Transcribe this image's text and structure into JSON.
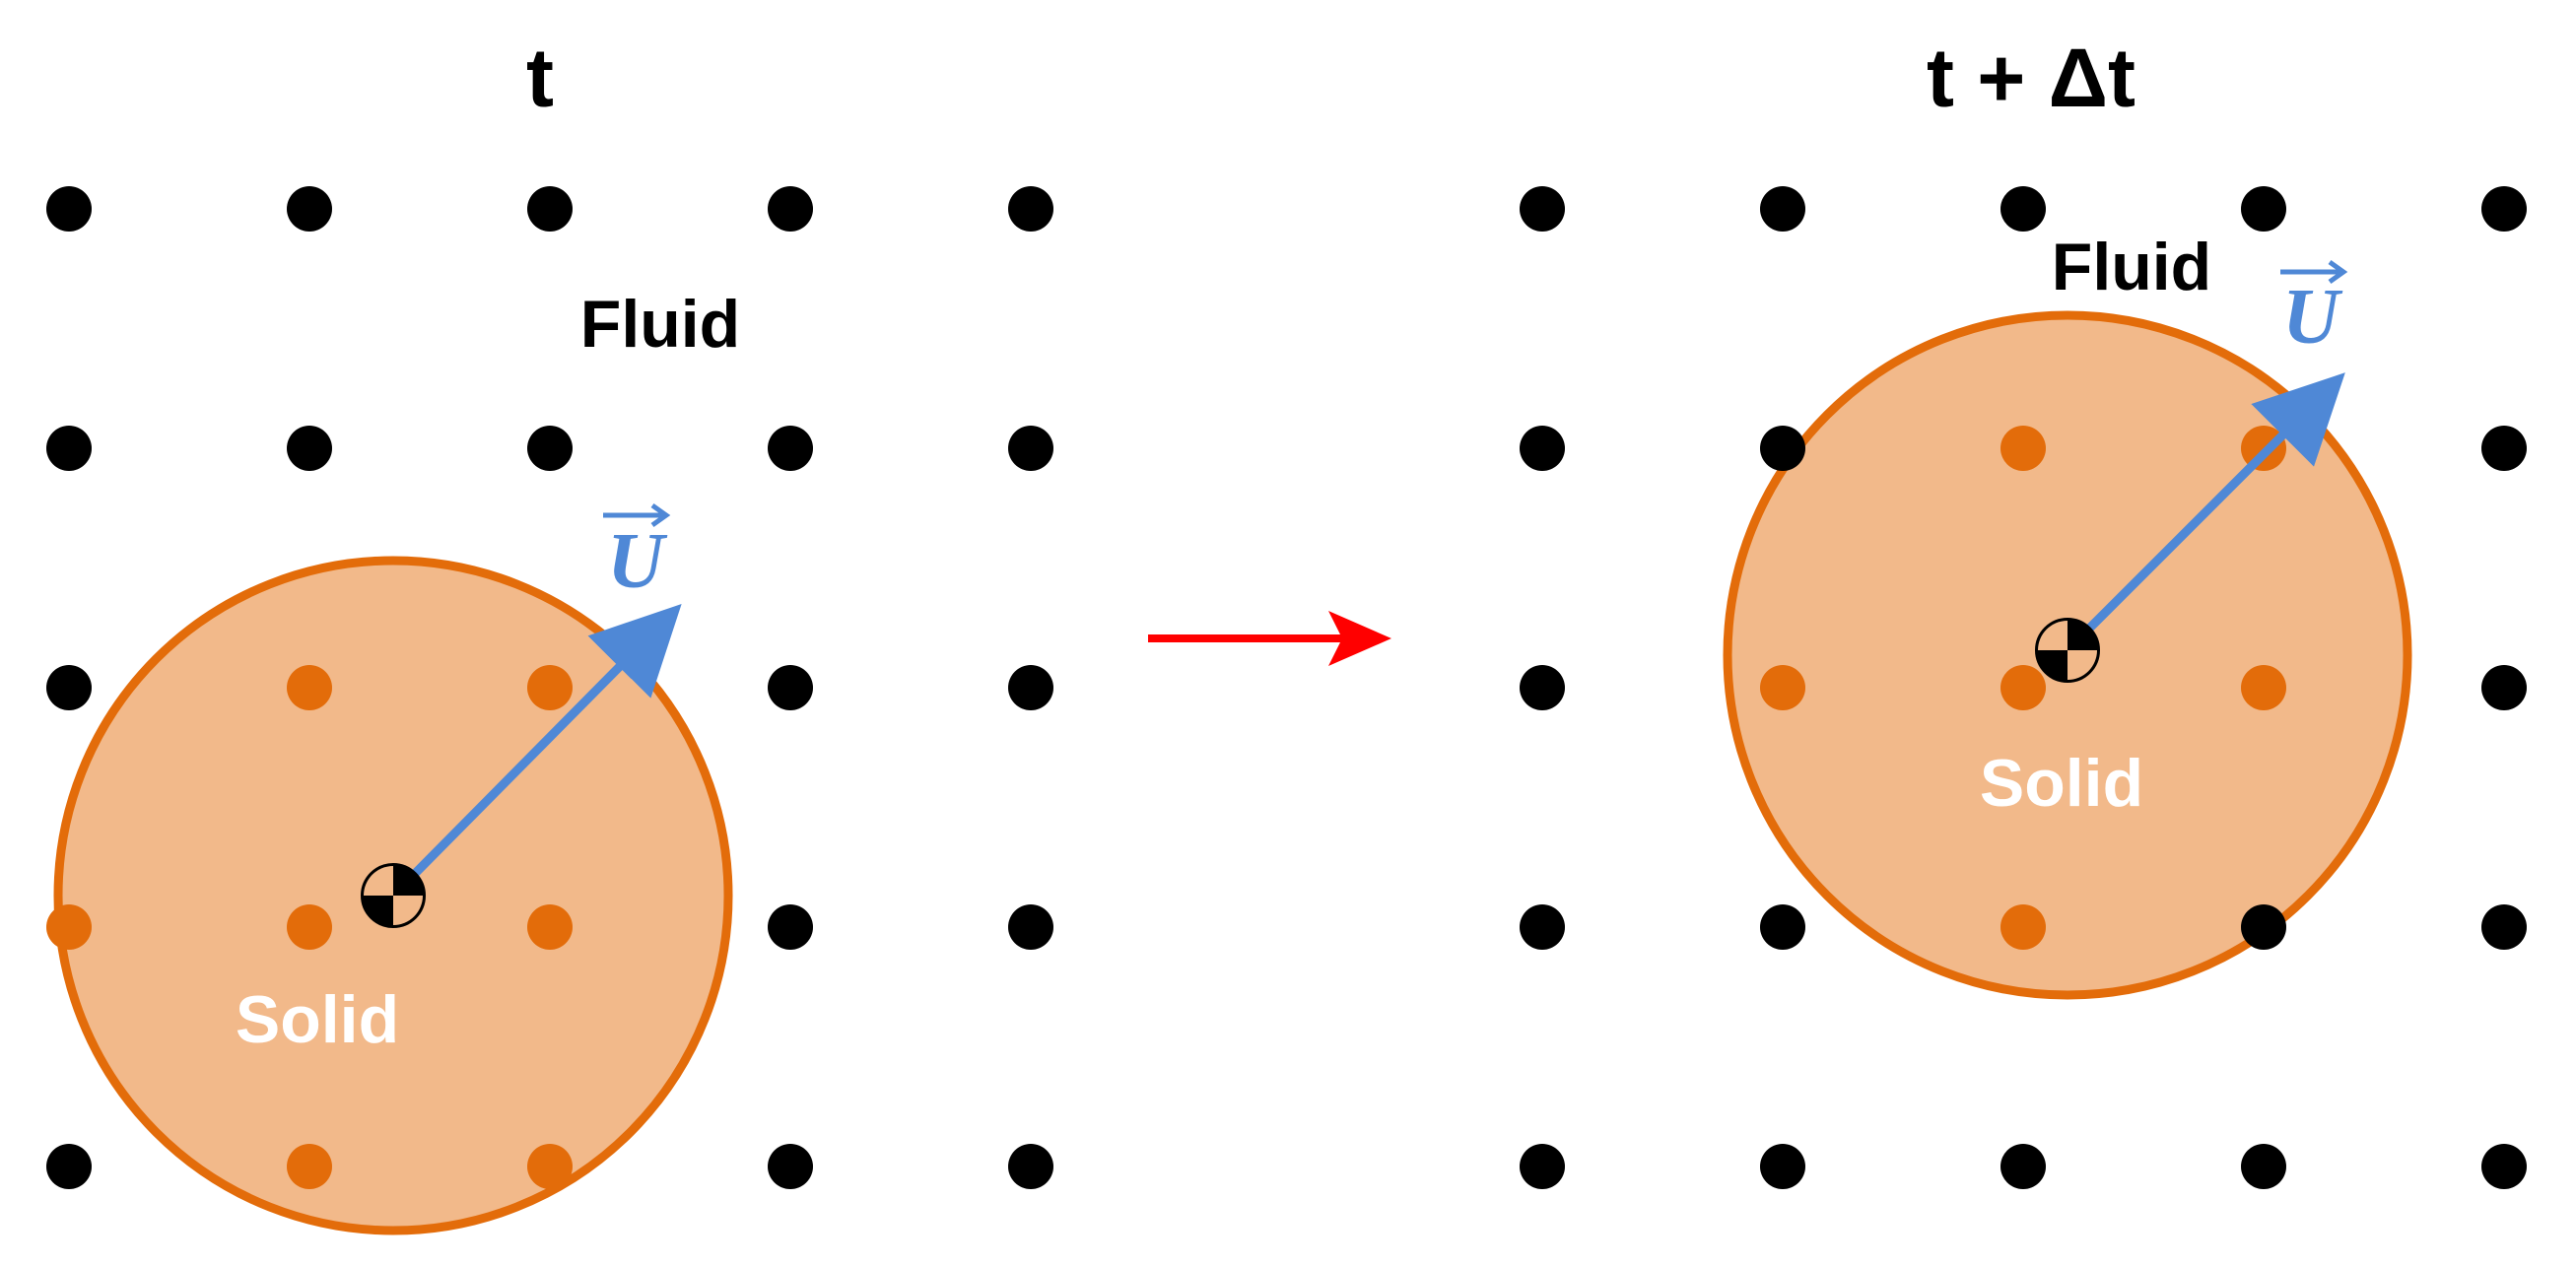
{
  "colors": {
    "fluid_node": "#000000",
    "solid_node": "#e36c0a",
    "solid_fill": "#f2b98a",
    "solid_edge": "#e36c0a",
    "velocity": "#4f88d6",
    "time_arrow": "#ff0000"
  },
  "before": {
    "title": "t",
    "fluid_label": "Fluid",
    "solid_label": "Solid",
    "velocity_label": "U"
  },
  "after": {
    "title": "t + Δt",
    "fluid_label": "Fluid",
    "solid_label": "Solid",
    "velocity_label": "U"
  },
  "grid": {
    "rows": 5,
    "cols": 5
  },
  "icons": {
    "center_of_mass": "center-of-mass-icon",
    "time_step": "time-step-arrow-icon"
  }
}
